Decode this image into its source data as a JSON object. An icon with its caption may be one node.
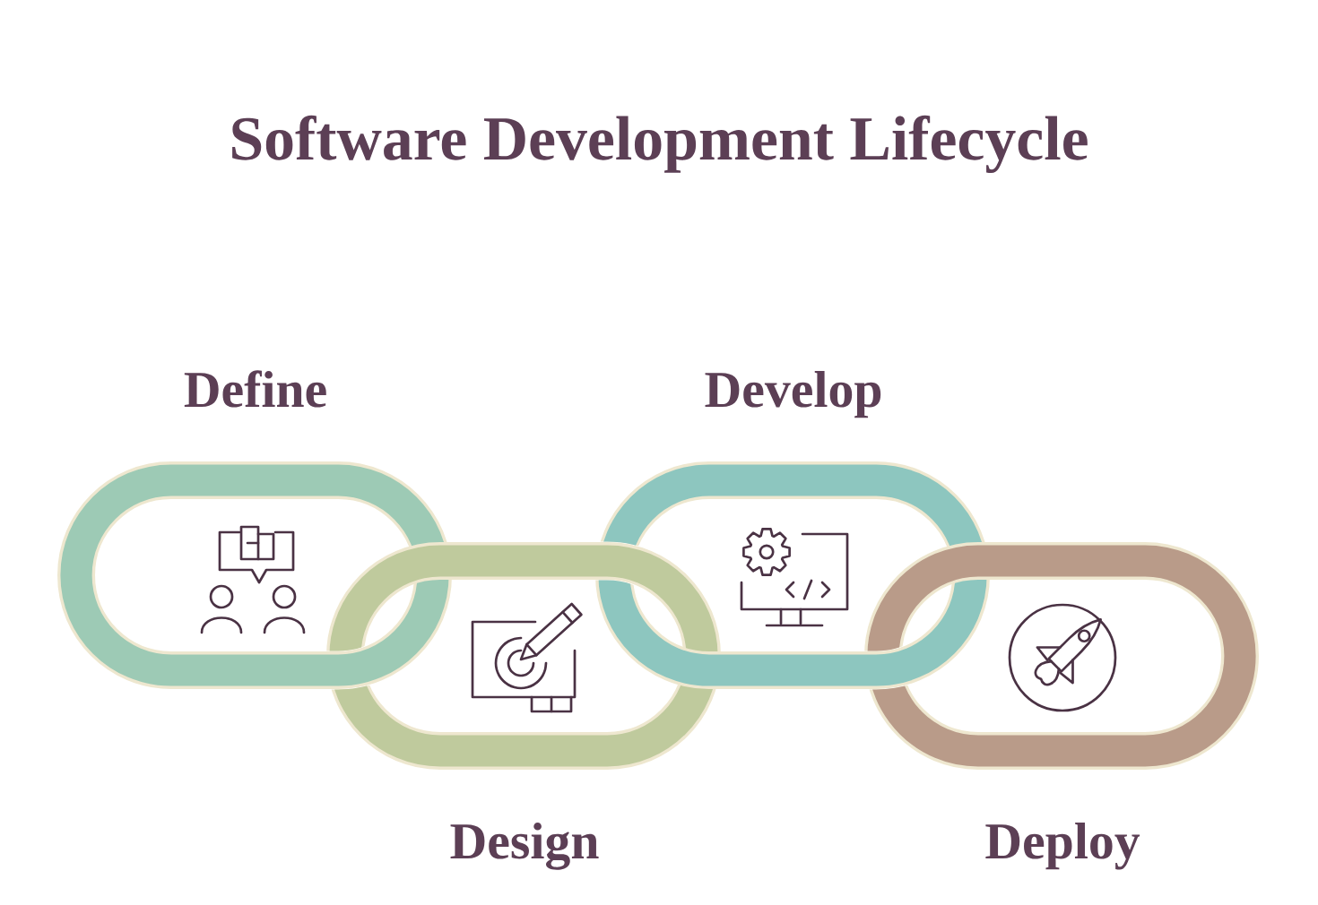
{
  "diagram": {
    "title": "Software Development Lifecycle",
    "nodes": [
      {
        "text": [
          "Define"
        ]
      },
      {
        "text": [
          "Design"
        ]
      },
      {
        "text": [
          "Develop"
        ]
      },
      {
        "text": [
          "Deploy"
        ]
      }
    ]
  }
}
